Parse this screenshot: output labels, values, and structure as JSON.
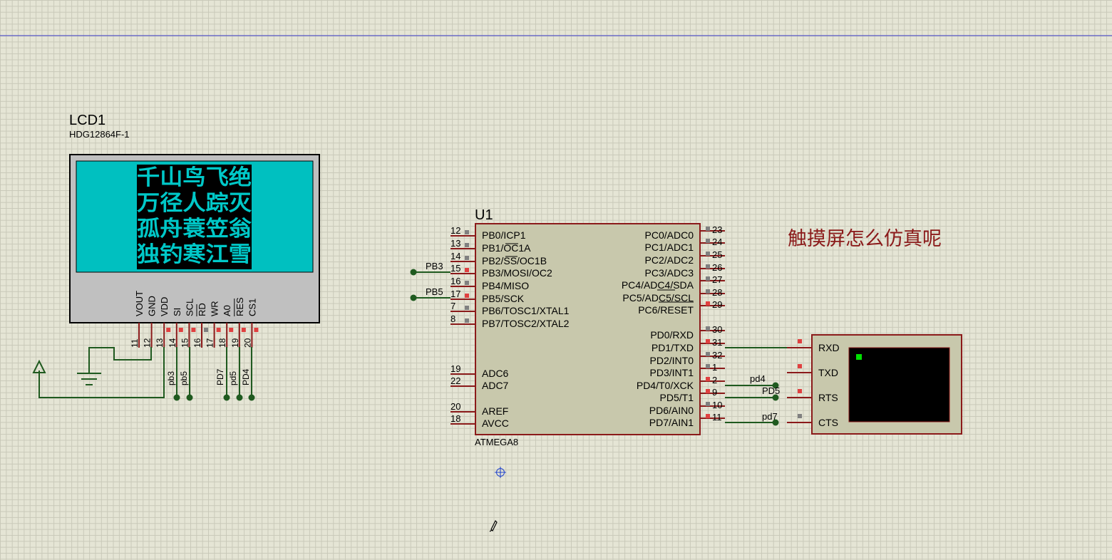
{
  "canvas": {
    "background": "#e5e5d5",
    "grid_color": "#c9c9b9",
    "guide_color": "#3a3acc"
  },
  "colors": {
    "component_border": "#8b1a1a",
    "component_fill": "#c8c8ac",
    "wire": "#1f5a1f",
    "pin_red": "#e04040",
    "pin_gray": "#808080",
    "lcd_screen": "#00c0c0",
    "label": "#000000",
    "note": "#8b1a1a"
  },
  "lcd": {
    "ref": "LCD1",
    "part": "HDG12864F-1",
    "screen_lines": [
      "千山鸟飞绝",
      "万径人踪灭",
      "孤舟蓑笠翁",
      "独钓寒江雪"
    ],
    "pin_names": [
      "VOUT",
      "GND",
      "VDD",
      "SI",
      "SCL",
      "RD",
      "WR",
      "A0",
      "RES",
      "CS1"
    ],
    "pin_numbers": [
      "11",
      "12",
      "13",
      "14",
      "15",
      "16",
      "17",
      "18",
      "19",
      "20"
    ],
    "pin_states": [
      "none",
      "none",
      "red",
      "red",
      "red",
      "gray",
      "red",
      "red",
      "red",
      "red"
    ],
    "net_labels": [
      "pb3",
      "pb5",
      "PD7",
      "pd5",
      "PD4"
    ]
  },
  "mcu": {
    "ref": "U1",
    "part": "ATMEGA8",
    "left_pins": [
      {
        "num": "12",
        "name": "PB0/ICP1",
        "state": "gray"
      },
      {
        "num": "13",
        "name": "PB1/OC1A",
        "state": "gray"
      },
      {
        "num": "14",
        "name": "PB2/SS/OC1B",
        "state": "gray"
      },
      {
        "num": "15",
        "name": "PB3/MOSI/OC2",
        "state": "red"
      },
      {
        "num": "16",
        "name": "PB4/MISO",
        "state": "gray"
      },
      {
        "num": "17",
        "name": "PB5/SCK",
        "state": "red"
      },
      {
        "num": "7",
        "name": "PB6/TOSC1/XTAL1",
        "state": "gray"
      },
      {
        "num": "8",
        "name": "PB7/TOSC2/XTAL2",
        "state": "gray"
      },
      {
        "num": "19",
        "name": "ADC6",
        "state": "none"
      },
      {
        "num": "22",
        "name": "ADC7",
        "state": "none"
      },
      {
        "num": "20",
        "name": "AREF",
        "state": "none"
      },
      {
        "num": "18",
        "name": "AVCC",
        "state": "none"
      }
    ],
    "right_pins": [
      {
        "num": "23",
        "name": "PC0/ADC0",
        "state": "gray"
      },
      {
        "num": "24",
        "name": "PC1/ADC1",
        "state": "gray"
      },
      {
        "num": "25",
        "name": "PC2/ADC2",
        "state": "gray"
      },
      {
        "num": "26",
        "name": "PC3/ADC3",
        "state": "gray"
      },
      {
        "num": "27",
        "name": "PC4/ADC4/SDA",
        "state": "gray"
      },
      {
        "num": "28",
        "name": "PC5/ADC5/SCL",
        "state": "gray"
      },
      {
        "num": "29",
        "name": "PC6/RESET",
        "state": "red"
      },
      {
        "num": "30",
        "name": "PD0/RXD",
        "state": "gray"
      },
      {
        "num": "31",
        "name": "PD1/TXD",
        "state": "red"
      },
      {
        "num": "32",
        "name": "PD2/INT0",
        "state": "gray"
      },
      {
        "num": "1",
        "name": "PD3/INT1",
        "state": "gray"
      },
      {
        "num": "2",
        "name": "PD4/T0/XCK",
        "state": "red"
      },
      {
        "num": "9",
        "name": "PD5/T1",
        "state": "red"
      },
      {
        "num": "10",
        "name": "PD6/AIN0",
        "state": "gray"
      },
      {
        "num": "11",
        "name": "PD7/AIN1",
        "state": "red"
      }
    ],
    "net_labels": [
      "PB3",
      "PB5",
      "pd4",
      "PD5",
      "pd7"
    ]
  },
  "terminal": {
    "pins": [
      "RXD",
      "TXD",
      "RTS",
      "CTS"
    ],
    "pin_states": [
      "red",
      "red",
      "red",
      "gray"
    ],
    "led_color": "#00e000"
  },
  "annotation": {
    "text": "触摸屏怎么仿真呢"
  }
}
